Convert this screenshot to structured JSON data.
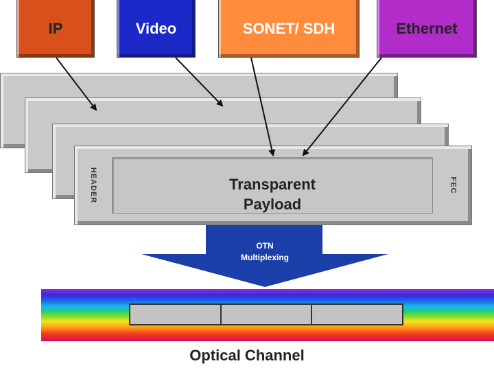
{
  "sources": {
    "ip": "IP",
    "video": "Video",
    "sonet": "SONET/ SDH",
    "ethernet": "Ethernet"
  },
  "frame": {
    "header_label": "HEADER",
    "fec_label": "FEC",
    "payload_line1": "Transparent",
    "payload_line2": "Payload"
  },
  "multiplexing": {
    "line1": "OTN",
    "line2": "Multiplexing"
  },
  "channel_label": "Optical Channel",
  "colors": {
    "ip": "#d9501d",
    "video": "#1c28c8",
    "sonet": "#ff8c3c",
    "ethernet": "#b22cc9",
    "otn_arrow": "#1a3fa8",
    "frame": "#c9c9c9"
  }
}
